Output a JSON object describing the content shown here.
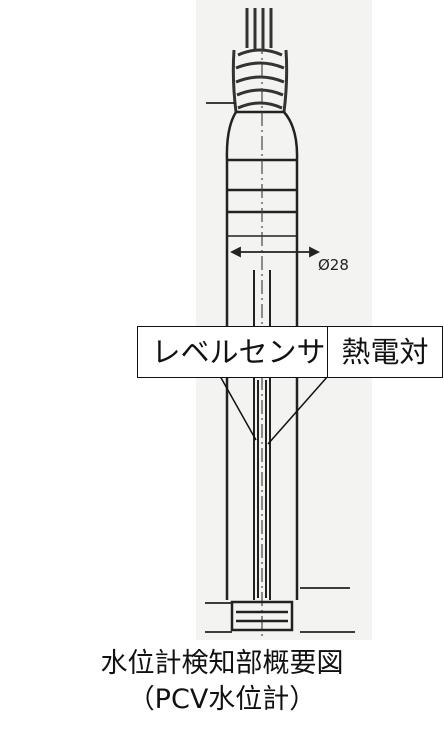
{
  "labels": {
    "level_sensor": "レベルセンサー",
    "thermocouple": "熱電対"
  },
  "drawing": {
    "dimension_text": "Ø28"
  },
  "caption": {
    "line1": "水位計検知部概要図",
    "line2": "（PCV水位計）"
  },
  "colors": {
    "ink": "#222222",
    "paper": "#f3f3f1",
    "label_border": "#111111"
  }
}
